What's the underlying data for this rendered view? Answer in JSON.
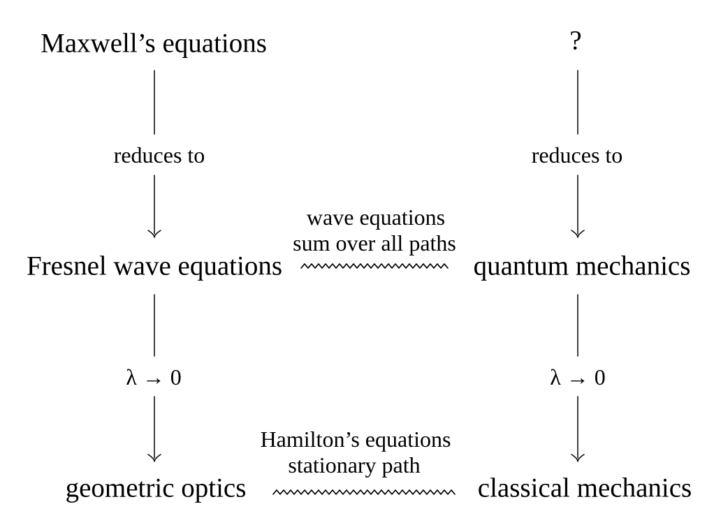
{
  "diagram": {
    "description": "Commutative-style diagram relating wave optics and quantum mechanics",
    "colors": {
      "background": "#ffffff",
      "ink": "#000000"
    },
    "nodes": {
      "maxwell": "Maxwell’s equations",
      "question": "?",
      "fresnel": "Fresnel wave equations",
      "quantum": "quantum mechanics",
      "geometric": "geometric optics",
      "classical": "classical mechanics"
    },
    "edge_labels": {
      "reduces_left": "reduces to",
      "reduces_right": "reduces to",
      "lambda_left": "λ → 0",
      "lambda_right": "λ → 0",
      "wave_analogy_line1": "wave equations",
      "wave_analogy_line2": "sum over all paths",
      "classical_analogy_line1": "Hamilton’s equations",
      "classical_analogy_line2": "stationary path"
    }
  }
}
